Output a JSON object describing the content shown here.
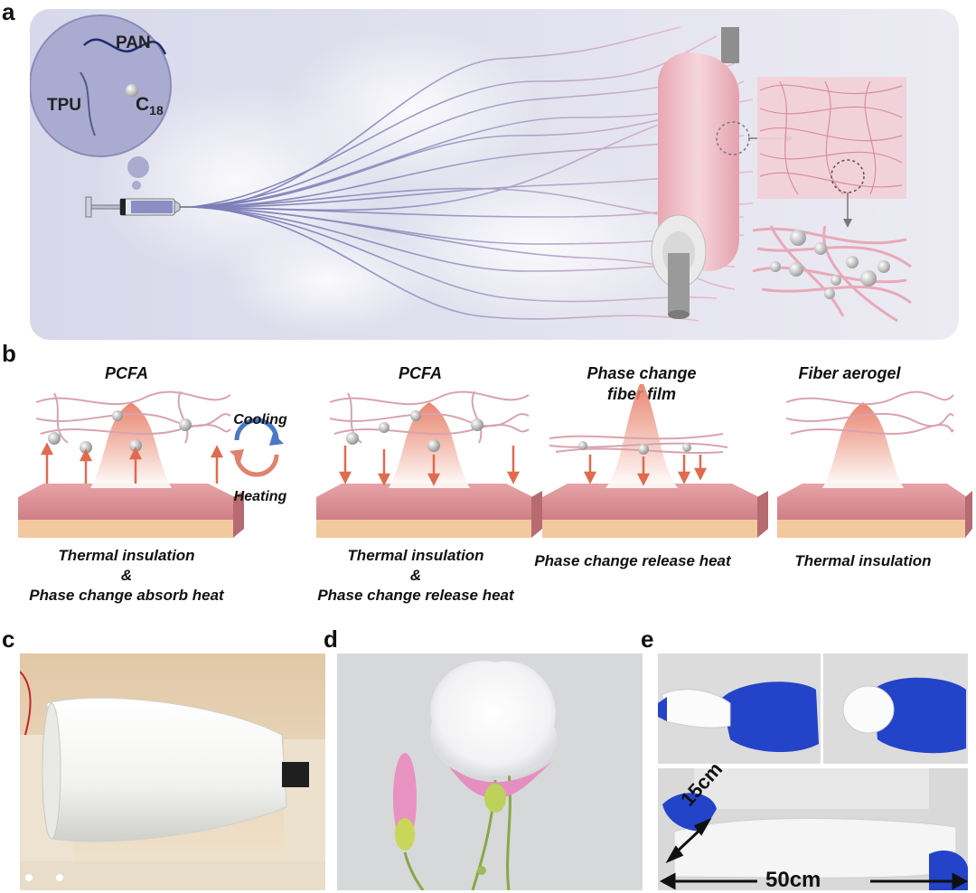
{
  "panels": {
    "a": "a",
    "b": "b",
    "c": "c",
    "d": "d",
    "e": "e"
  },
  "panel_a": {
    "pan": "PAN",
    "tpu": "TPU",
    "c18_base": "C",
    "c18_sub": "18"
  },
  "panel_b": {
    "cycle_top": "Cooling",
    "cycle_bottom": "Heating",
    "titles": [
      "PCFA",
      "PCFA",
      "Phase change\nfiber film",
      "Fiber aerogel"
    ],
    "captions": [
      "Thermal insulation\n&\nPhase change absorb heat",
      "Thermal insulation\n&\nPhase change release heat",
      "Phase change release heat",
      "Thermal insulation"
    ]
  },
  "panel_e": {
    "width_label": "15cm",
    "length_label": "50cm"
  },
  "colors": {
    "panel_a_bg": "#dcdcec",
    "fiber_blue": "#7b7fb8",
    "fiber_pink": "#e9b8c4",
    "heat_orange": "#e06b4f",
    "skin": "#d98a8f",
    "glove_blue": "#2343c9"
  }
}
